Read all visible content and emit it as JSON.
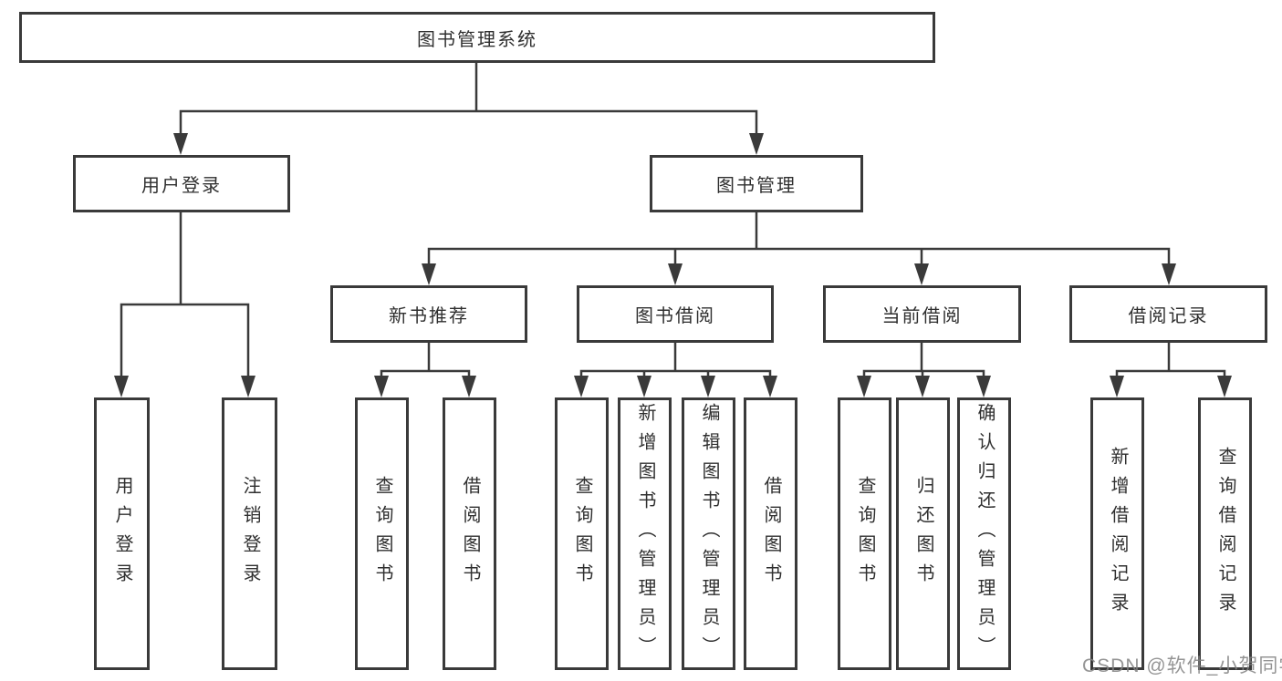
{
  "tree": {
    "root": "图书管理系统",
    "user_login": {
      "label": "用户登录",
      "children": [
        "用户登录",
        "注销登录"
      ]
    },
    "book_management": {
      "label": "图书管理",
      "sections": [
        {
          "label": "新书推荐",
          "children": [
            "查询图书",
            "借阅图书"
          ]
        },
        {
          "label": "图书借阅",
          "children": [
            "查询图书",
            "新增图书（管理员）",
            "编辑图书（管理员）",
            "借阅图书"
          ]
        },
        {
          "label": "当前借阅",
          "children": [
            "查询图书",
            "归还图书",
            "确认归还（管理员）"
          ]
        },
        {
          "label": "借阅记录",
          "children": [
            "新增借阅记录",
            "查询借阅记录"
          ]
        }
      ]
    }
  },
  "watermark": "CSDN @软件_小贺同学",
  "colors": {
    "line": "#3a3a3a",
    "box_border": "#3a3a3a",
    "text": "#2f2f2f",
    "watermark": "#828282",
    "background": "#ffffff"
  }
}
